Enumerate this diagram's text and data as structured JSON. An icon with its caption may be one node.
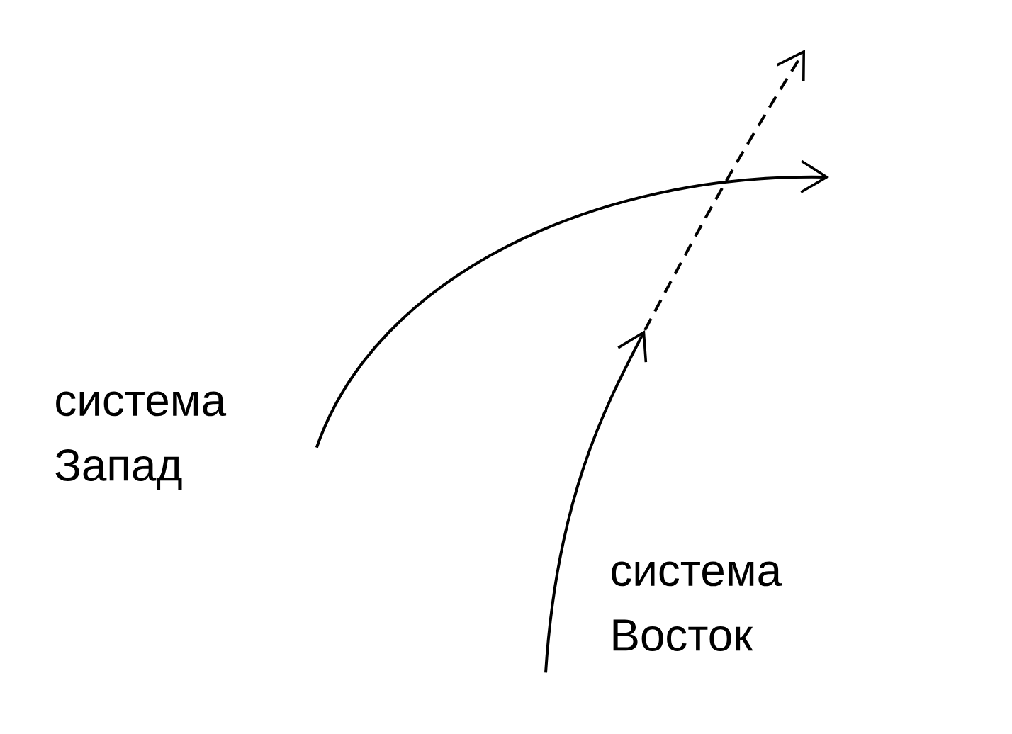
{
  "diagram": {
    "nodes": [
      {
        "text": [
          "система Запад"
        ]
      },
      {
        "text": [
          "система Восток"
        ]
      }
    ],
    "edges": [
      {
        "from": 0,
        "to": null,
        "arrow": "to"
      },
      {
        "from": 1,
        "to": null,
        "arrow": "to"
      }
    ]
  }
}
